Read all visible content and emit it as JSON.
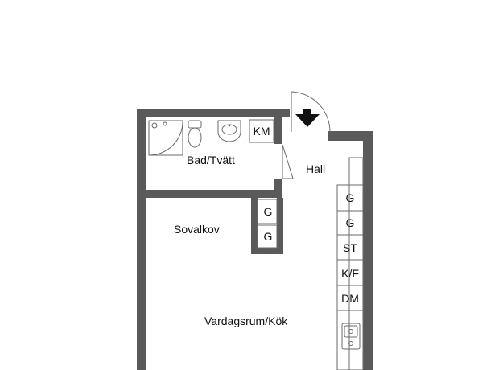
{
  "rooms": {
    "bathroom": "Bad/Tvätt",
    "hall": "Hall",
    "bedroom_alcove": "Sovalkov",
    "living_kitchen": "Vardagsrum/Kök"
  },
  "fixtures": {
    "washing_machine": "KM"
  },
  "wardrobes": [
    "G",
    "G"
  ],
  "kitchen_units": [
    "G",
    "G",
    "ST",
    "K/F",
    "DM"
  ],
  "icons": {
    "entrance": "entrance-arrow-icon",
    "shower": "shower-icon",
    "toilet": "toilet-icon",
    "washbasin": "washbasin-icon",
    "sink": "kitchen-sink-icon",
    "door": "door-swing-icon"
  },
  "colors": {
    "wall": "#5a5a5a",
    "line": "#6a6a6a",
    "text": "#111111"
  }
}
